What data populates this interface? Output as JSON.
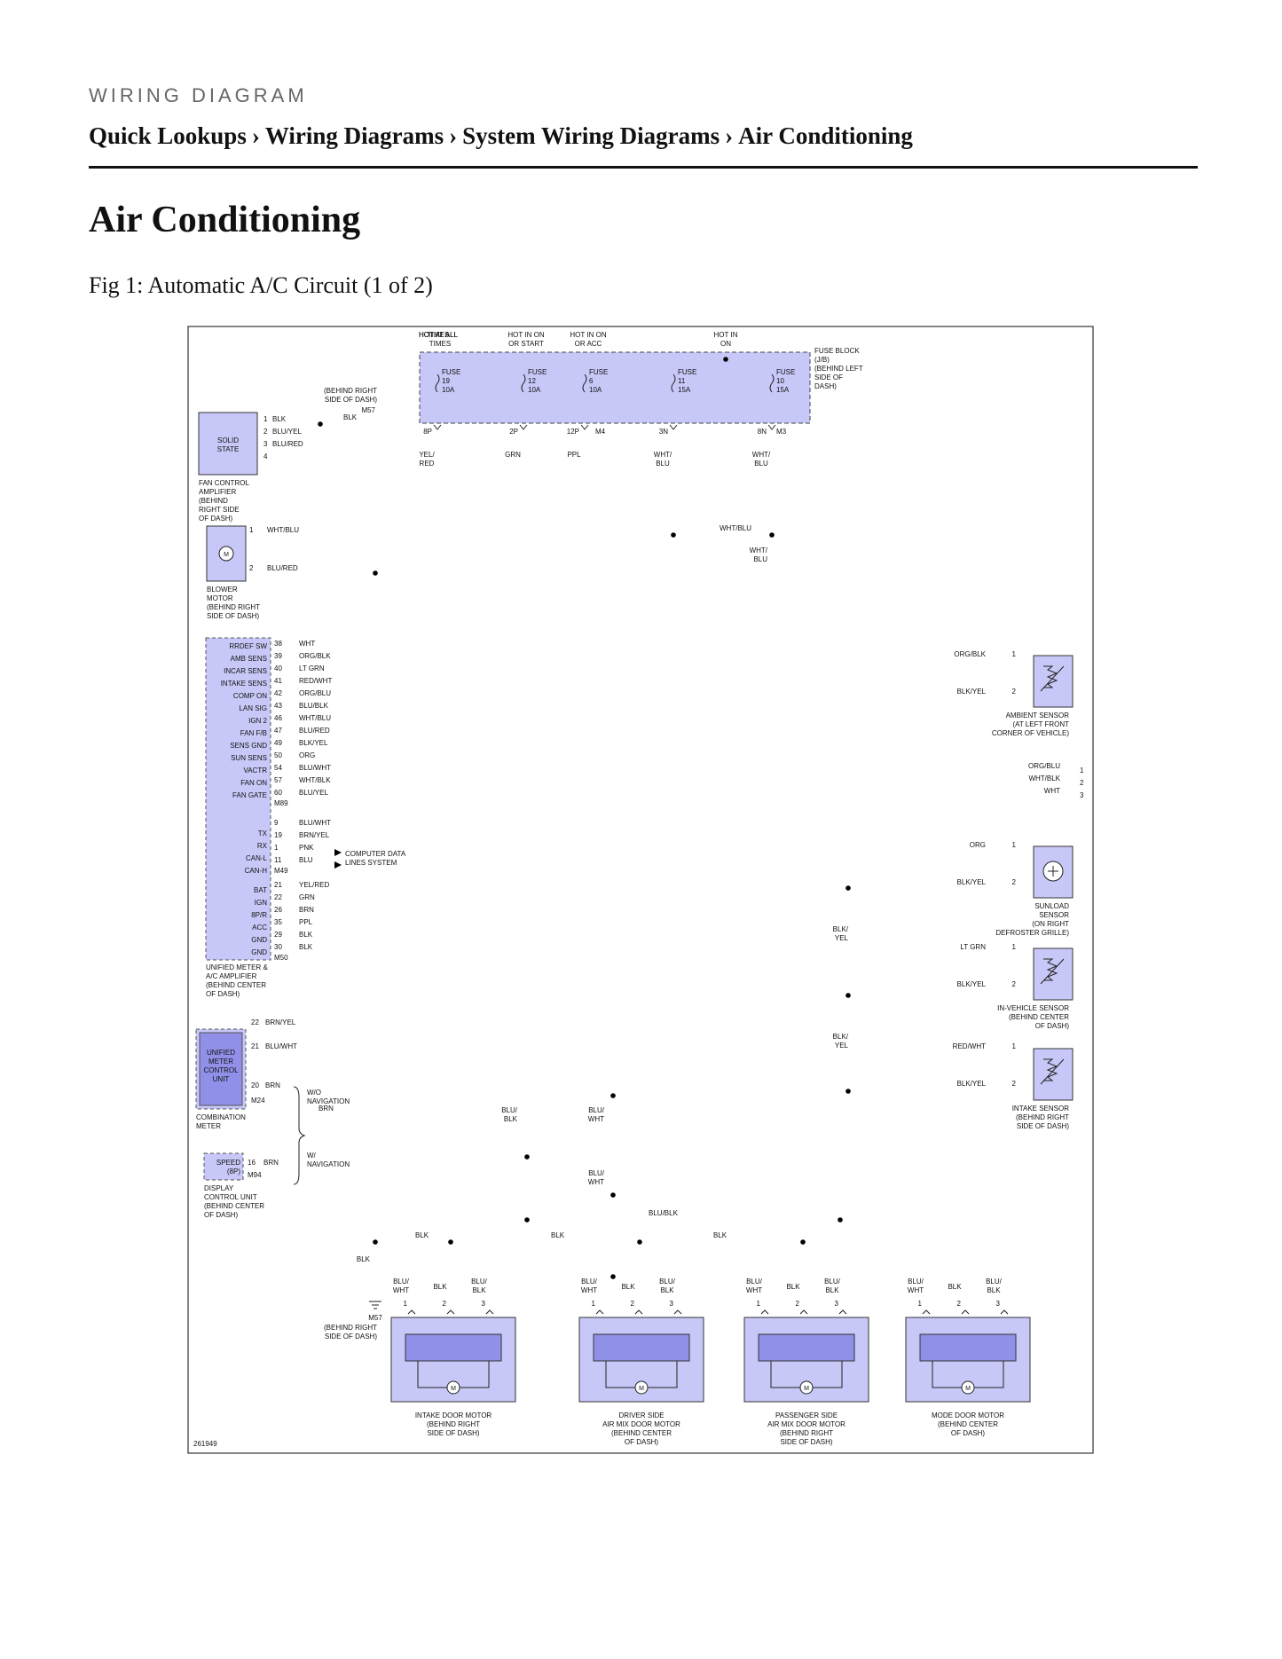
{
  "header": {
    "eyebrow": "WIRING DIAGRAM",
    "breadcrumb": [
      "Quick Lookups",
      "Wiring Diagrams",
      "System Wiring Diagrams",
      "Air Conditioning"
    ],
    "separator": "›"
  },
  "page_title": "Air Conditioning",
  "figure_caption": "Fig 1: Automatic A/C Circuit (1 of 2)",
  "diagram": {
    "id": "261949",
    "hot_labels": [
      "HOT AT ALL",
      "TIMES",
      "HOT IN ON",
      "OR START",
      "HOT IN ON",
      "OR ACC",
      "HOT IN",
      "ON"
    ],
    "fuse_block": {
      "label": [
        "FUSE BLOCK",
        "(J/B)",
        "(BEHIND LEFT",
        "SIDE OF",
        "DASH)"
      ],
      "fuses": [
        {
          "name": "FUSE",
          "num": "19",
          "amp": "10A",
          "pin": "8P",
          "wire": [
            "YEL/",
            "RED"
          ]
        },
        {
          "name": "FUSE",
          "num": "12",
          "amp": "10A",
          "pin": "2P",
          "wire": [
            "GRN"
          ]
        },
        {
          "name": "FUSE",
          "num": "6",
          "amp": "10A",
          "pin": "12P",
          "wire": [
            "PPL"
          ]
        },
        {
          "name": "FUSE",
          "num": "11",
          "amp": "15A",
          "pin": "3N",
          "wire": [
            "WHT/",
            "BLU"
          ]
        },
        {
          "name": "FUSE",
          "num": "10",
          "amp": "15A",
          "pin": "8N",
          "wire": [
            "WHT/",
            "BLU"
          ]
        }
      ],
      "connectors": [
        "M4",
        "M3"
      ]
    },
    "fan_amp": {
      "box": [
        "SOLID",
        "STATE"
      ],
      "label": [
        "FAN CONTROL",
        "AMPLIFIER",
        "(BEHIND",
        "RIGHT SIDE",
        "OF DASH)"
      ],
      "pins": [
        [
          "1",
          "BLK"
        ],
        [
          "2",
          "BLU/YEL"
        ],
        [
          "3",
          "BLU/RED"
        ],
        [
          "4",
          ""
        ]
      ],
      "ground_wire": "BLK",
      "ground_conn": "M57",
      "ground_label": [
        "(BEHIND RIGHT",
        "SIDE OF DASH)"
      ]
    },
    "blower": {
      "label": [
        "BLOWER",
        "MOTOR",
        "(BEHIND RIGHT",
        "SIDE OF DASH)"
      ],
      "pins": [
        [
          "1",
          "WHT/BLU"
        ],
        [
          "2",
          "BLU/RED"
        ]
      ],
      "wires": [
        "WHT/BLU",
        "WHT/",
        "BLU"
      ],
      "motor": "M"
    },
    "ac_amp": {
      "label": [
        "UNIFIED METER &",
        "A/C AMPLIFIER",
        "(BEHIND CENTER",
        "OF DASH)"
      ],
      "group1": [
        [
          "RRDEF SW",
          "38",
          "WHT"
        ],
        [
          "AMB SENS",
          "39",
          "ORG/BLK"
        ],
        [
          "INCAR SENS",
          "40",
          "LT GRN"
        ],
        [
          "INTAKE SENS",
          "41",
          "RED/WHT"
        ],
        [
          "COMP ON",
          "42",
          "ORG/BLU"
        ],
        [
          "LAN SIG",
          "43",
          "BLU/BLK"
        ],
        [
          "IGN 2",
          "46",
          "WHT/BLU"
        ],
        [
          "FAN F/B",
          "47",
          "BLU/RED"
        ],
        [
          "SENS GND",
          "49",
          "BLK/YEL"
        ],
        [
          "SUN SENS",
          "50",
          "ORG"
        ],
        [
          "VACTR",
          "54",
          "BLU/WHT"
        ],
        [
          "FAN ON",
          "57",
          "WHT/BLK"
        ],
        [
          "FAN GATE",
          "60",
          "BLU/YEL"
        ]
      ],
      "conn1": "M89",
      "group2": [
        [
          "TX",
          "9",
          "BLU/WHT"
        ],
        [
          "RX",
          "19",
          "BRN/YEL"
        ],
        [
          "CAN-L",
          "1",
          "PNK"
        ],
        [
          "CAN-H",
          "11",
          "BLU"
        ]
      ],
      "conn2": "M49",
      "can_label": [
        "COMPUTER DATA",
        "LINES SYSTEM"
      ],
      "group3": [
        [
          "BAT",
          "21",
          "YEL/RED"
        ],
        [
          "IGN",
          "22",
          "GRN"
        ],
        [
          "8P/R",
          "26",
          "BRN"
        ],
        [
          "ACC",
          "35",
          "PPL"
        ],
        [
          "GND",
          "29",
          "BLK"
        ],
        [
          "GND",
          "30",
          "BLK"
        ]
      ],
      "conn3": "M50"
    },
    "combo_meter": {
      "box": [
        "UNIFIED",
        "METER",
        "CONTROL",
        "UNIT"
      ],
      "label": [
        "COMBINATION",
        "METER"
      ],
      "pins": [
        [
          "22",
          "BRN/YEL"
        ],
        [
          "21",
          "BLU/WHT"
        ],
        [
          "20",
          "BRN"
        ]
      ],
      "conn": "M24",
      "wo_nav": [
        "W/O",
        "NAVIGATION"
      ],
      "w_nav": [
        "W/",
        "NAVIGATION"
      ],
      "brn": "BRN"
    },
    "display_unit": {
      "box": [
        "SPEED",
        "(8P)"
      ],
      "pin": [
        "16",
        "BRN"
      ],
      "conn": "M94",
      "label": [
        "DISPLAY",
        "CONTROL UNIT",
        "(BEHIND CENTER",
        "OF DASH)"
      ]
    },
    "right_sensors": [
      {
        "label": [
          "AMBIENT SENSOR",
          "(AT LEFT FRONT",
          "CORNER OF VEHICLE)"
        ],
        "pins": [
          [
            "1",
            "ORG/BLK"
          ],
          [
            "2",
            "BLK/YEL"
          ]
        ]
      },
      {
        "label": [
          "SUNLOAD",
          "SENSOR",
          "(ON RIGHT",
          "DEFROSTER GRILLE)"
        ],
        "pins": [
          [
            "1",
            "ORG"
          ],
          [
            "2",
            "BLK/YEL"
          ]
        ]
      },
      {
        "label": [
          "IN-VEHICLE SENSOR",
          "(BEHIND CENTER",
          "OF DASH)"
        ],
        "pins": [
          [
            "1",
            "LT GRN"
          ],
          [
            "2",
            "BLK/YEL"
          ]
        ]
      },
      {
        "label": [
          "INTAKE SENSOR",
          "(BEHIND RIGHT",
          "SIDE OF DASH)"
        ],
        "pins": [
          [
            "1",
            "RED/WHT"
          ],
          [
            "2",
            "BLK/YEL"
          ]
        ]
      }
    ],
    "offpage": [
      [
        "ORG/BLU",
        "1"
      ],
      [
        "WHT/BLK",
        "2"
      ],
      [
        "WHT",
        "3"
      ]
    ],
    "blk_yel_mid": [
      "BLK/",
      "YEL"
    ],
    "bus_labels": {
      "blu_blk": [
        "BLU/",
        "BLK"
      ],
      "blu_wht": [
        "BLU/",
        "WHT"
      ],
      "blu_blk_h": "BLU/BLK",
      "blk": "BLK"
    },
    "ground_bottom": {
      "conn": "M57",
      "label": [
        "(BEHIND RIGHT",
        "SIDE OF DASH)"
      ],
      "wire": "BLK"
    },
    "motors": [
      {
        "label": [
          "INTAKE DOOR MOTOR",
          "(BEHIND RIGHT",
          "SIDE OF DASH)"
        ]
      },
      {
        "label": [
          "DRIVER SIDE",
          "AIR MIX DOOR MOTOR",
          "(BEHIND CENTER",
          "OF DASH)"
        ]
      },
      {
        "label": [
          "PASSENGER SIDE",
          "AIR MIX DOOR MOTOR",
          "(BEHIND RIGHT",
          "SIDE OF DASH)"
        ]
      },
      {
        "label": [
          "MODE DOOR MOTOR",
          "(BEHIND CENTER",
          "OF DASH)"
        ]
      }
    ],
    "motor_pins": [
      "1",
      "2",
      "3"
    ],
    "motor_wires": [
      [
        "BLU/",
        "WHT"
      ],
      [
        "BLK"
      ],
      [
        "BLU/",
        "BLK"
      ]
    ],
    "motor_symbol": "M"
  }
}
